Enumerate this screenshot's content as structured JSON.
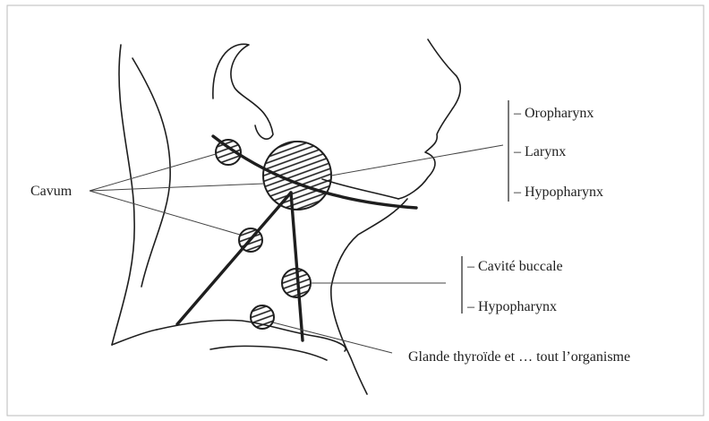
{
  "labels": {
    "cavum": "Cavum",
    "group_top": [
      "– Oropharynx",
      "– Larynx",
      "– Hypopharynx"
    ],
    "group_mid": [
      "– Cavité buccale",
      "– Hypopharynx"
    ],
    "bottom": "Glande thyroïde et … tout l’organisme"
  },
  "colors": {
    "ink": "#1e1e1e",
    "thin": "#444444",
    "background": "#ffffff"
  }
}
